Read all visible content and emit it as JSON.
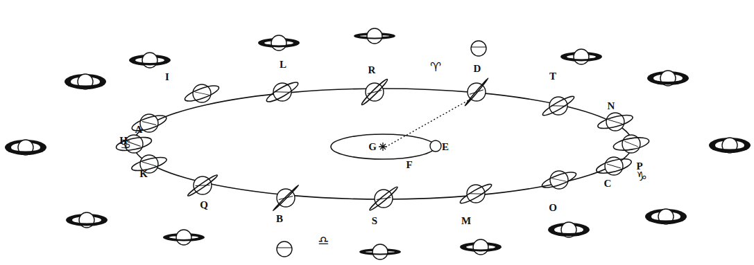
{
  "diagram": {
    "labels": [
      "I",
      "L",
      "R",
      "D",
      "T",
      "N",
      "A",
      "H",
      "K",
      "Q",
      "B",
      "S",
      "M",
      "O",
      "C",
      "P",
      "G",
      "E",
      "F",
      "♈",
      "♋",
      "♎",
      "♑"
    ]
  }
}
